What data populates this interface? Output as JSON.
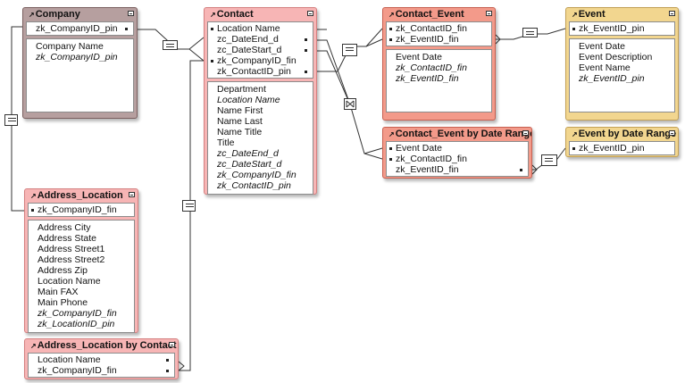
{
  "tables": {
    "company": {
      "title": "Company",
      "keys": [
        "zk_CompanyID_pin"
      ],
      "fields": [
        {
          "text": "Company Name",
          "italic": false
        },
        {
          "text": "zk_CompanyID_pin",
          "italic": true
        }
      ]
    },
    "contact": {
      "title": "Contact",
      "keys": [
        "Location Name",
        "zc_DateEnd_d",
        "zc_DateStart_d",
        "zk_CompanyID_fin",
        "zk_ContactID_pin"
      ],
      "fields": [
        {
          "text": "Department",
          "italic": false
        },
        {
          "text": "Location Name",
          "italic": true
        },
        {
          "text": "Name First",
          "italic": false
        },
        {
          "text": "Name Last",
          "italic": false
        },
        {
          "text": "Name Title",
          "italic": false
        },
        {
          "text": "Title",
          "italic": false
        },
        {
          "text": "zc_DateEnd_d",
          "italic": true
        },
        {
          "text": "zc_DateStart_d",
          "italic": true
        },
        {
          "text": "zk_CompanyID_fin",
          "italic": true
        },
        {
          "text": "zk_ContactID_pin",
          "italic": true
        }
      ]
    },
    "contact_event": {
      "title": "Contact_Event",
      "keys": [
        "zk_ContactID_fin",
        "zk_EventID_fin"
      ],
      "fields": [
        {
          "text": "Event Date",
          "italic": false
        },
        {
          "text": "zk_ContactID_fin",
          "italic": true
        },
        {
          "text": "zk_EventID_fin",
          "italic": true
        }
      ]
    },
    "event": {
      "title": "Event",
      "keys": [
        "zk_EventID_pin"
      ],
      "fields": [
        {
          "text": "Event Date",
          "italic": false
        },
        {
          "text": "Event Description",
          "italic": false
        },
        {
          "text": "Event Name",
          "italic": false
        },
        {
          "text": "zk_EventID_pin",
          "italic": true
        }
      ]
    },
    "contact_event_range": {
      "title": "Contact_Event by Date Range",
      "keys": [
        "Event Date",
        "zk_ContactID_fin",
        "zk_EventID_fin"
      ]
    },
    "event_range": {
      "title": "Event by Date Range",
      "keys": [
        "zk_EventID_pin"
      ]
    },
    "address_location": {
      "title": "Address_Location",
      "keys": [
        "zk_CompanyID_fin"
      ],
      "fields": [
        {
          "text": "Address City",
          "italic": false
        },
        {
          "text": "Address State",
          "italic": false
        },
        {
          "text": "Address Street1",
          "italic": false
        },
        {
          "text": "Address Street2",
          "italic": false
        },
        {
          "text": "Address Zip",
          "italic": false
        },
        {
          "text": "Location Name",
          "italic": false
        },
        {
          "text": "Main FAX",
          "italic": false
        },
        {
          "text": "Main Phone",
          "italic": false
        },
        {
          "text": "zk_CompanyID_fin",
          "italic": true
        },
        {
          "text": "zk_LocationID_pin",
          "italic": true
        }
      ]
    },
    "address_location_contact": {
      "title": "Address_Location by Contact",
      "keys": [
        "Location Name",
        "zk_CompanyID_fin"
      ]
    }
  },
  "colors": {
    "company": "#b69f9f",
    "contact": "#f7b5b5",
    "contact_event": "#f39a8a",
    "event": "#f2d68f",
    "address_location": "#f7b5b5",
    "line": "#333333"
  }
}
